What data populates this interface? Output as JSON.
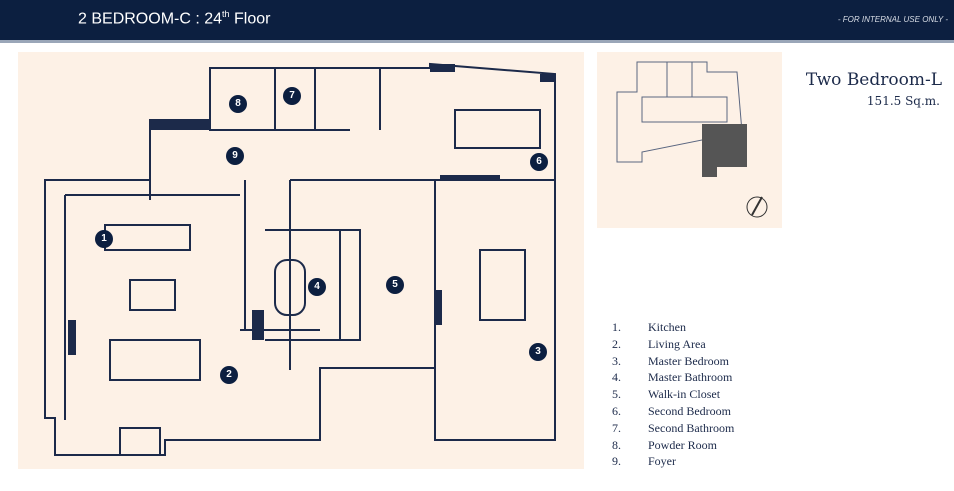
{
  "header": {
    "title": "2 BEDROOM-C : 24",
    "title_sup": "th",
    "title_suffix": " Floor",
    "notice": "- FOR INTERNAL USE ONLY -"
  },
  "unit": {
    "name": "Two Bedroom-L",
    "area": "151.5 Sq.m."
  },
  "markers": [
    "1",
    "2",
    "3",
    "4",
    "5",
    "6",
    "7",
    "8",
    "9"
  ],
  "legend": [
    {
      "num": "1.",
      "label": "Kitchen"
    },
    {
      "num": "2.",
      "label": "Living Area"
    },
    {
      "num": "3.",
      "label": "Master Bedroom"
    },
    {
      "num": "4.",
      "label": "Master Bathroom"
    },
    {
      "num": "5.",
      "label": "Walk-in Closet"
    },
    {
      "num": "6.",
      "label": "Second Bedroom"
    },
    {
      "num": "7.",
      "label": "Second Bathroom"
    },
    {
      "num": "8.",
      "label": "Powder Room"
    },
    {
      "num": "9.",
      "label": "Foyer"
    }
  ],
  "colors": {
    "navy": "#0c1f40",
    "plan_bg": "#fdf1e6",
    "wall": "#1c2a4a"
  }
}
